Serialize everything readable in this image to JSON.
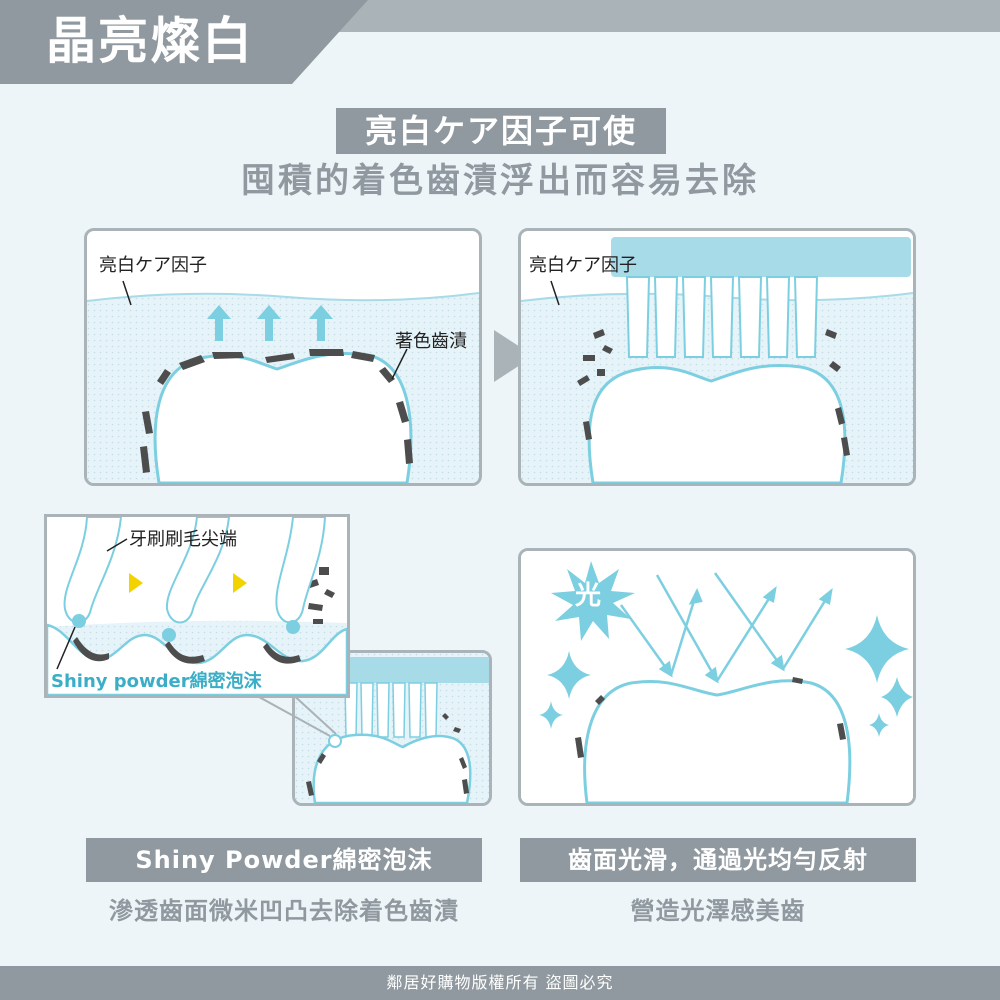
{
  "header": {
    "title": "晶亮燦白"
  },
  "intro": {
    "heading": "亮白ケア因子可使",
    "subheading": "囤積的着色齒漬浮出而容易去除"
  },
  "panels": {
    "top_left": {
      "factor_label": "亮白ケア因子",
      "stain_label": "著色齒漬"
    },
    "top_right": {
      "factor_label": "亮白ケア因子"
    },
    "bottom_left": {
      "bristle_label": "牙刷刷毛尖端",
      "foam_label": "Shiny powder綿密泡沫"
    },
    "bottom_right": {
      "shine_glyph": "光"
    }
  },
  "captions": {
    "left": {
      "title": "Shiny Powder綿密泡沫",
      "text": "滲透齒面微米凹凸去除着色齒漬"
    },
    "right": {
      "title": "齒面光滑，通過光均勻反射",
      "text": "營造光澤感美齒"
    }
  },
  "footer": {
    "text": "鄰居好購物版權所有 盜圖必究"
  },
  "colors": {
    "accent": "#7ccfe0",
    "gray": "#8f999f",
    "stain": "#4d4d4d",
    "arrow_yellow": "#f2d300"
  }
}
